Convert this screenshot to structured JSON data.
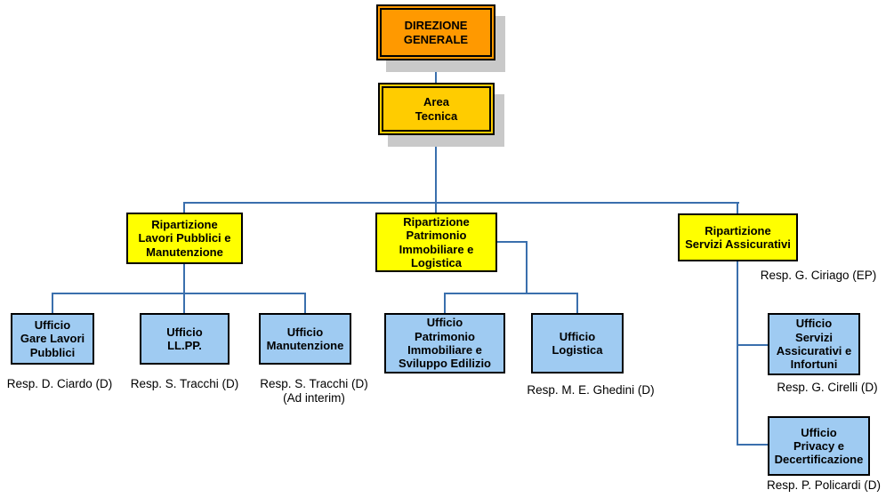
{
  "colors": {
    "orange": "#FF9900",
    "gold": "#FFCC00",
    "yellow": "#FFFF00",
    "light_blue": "#9FCBF2",
    "shadow_gray": "#C9C9C9",
    "line_blue": "#3A6FAD"
  },
  "nodes": {
    "direzione": {
      "label": "DIREZIONE\nGENERALE"
    },
    "area_tecnica": {
      "label": "Area\nTecnica"
    },
    "rip_lavori": {
      "label": "Ripartizione\nLavori Pubblici e\nManutenzione"
    },
    "rip_patrimonio": {
      "label": "Ripartizione\nPatrimonio\nImmobiliare e\nLogistica"
    },
    "rip_servizi": {
      "label": "Ripartizione\nServizi Assicurativi",
      "resp": "Resp. G. Ciriago (EP)"
    },
    "uff_gare": {
      "label": "Ufficio\nGare Lavori\nPubblici",
      "resp": "Resp. D. Ciardo (D)"
    },
    "uff_llpp": {
      "label": "Ufficio\nLL.PP.",
      "resp": "Resp. S. Tracchi (D)"
    },
    "uff_manutenzione": {
      "label": "Ufficio\nManutenzione",
      "resp": "Resp. S. Tracchi (D)\n(Ad interim)"
    },
    "uff_patrimonio": {
      "label": "Ufficio\nPatrimonio\nImmobiliare e\nSviluppo Edilizio"
    },
    "uff_logistica": {
      "label": "Ufficio\nLogistica",
      "resp": "Resp. M. E. Ghedini (D)"
    },
    "uff_servizi_assicurativi": {
      "label": "Ufficio\nServizi\nAssicurativi e\nInfortuni",
      "resp": "Resp. G. Cirelli (D)"
    },
    "uff_privacy": {
      "label": "Ufficio\nPrivacy e\nDecertificazione",
      "resp": "Resp. P. Policardi (D)"
    }
  }
}
